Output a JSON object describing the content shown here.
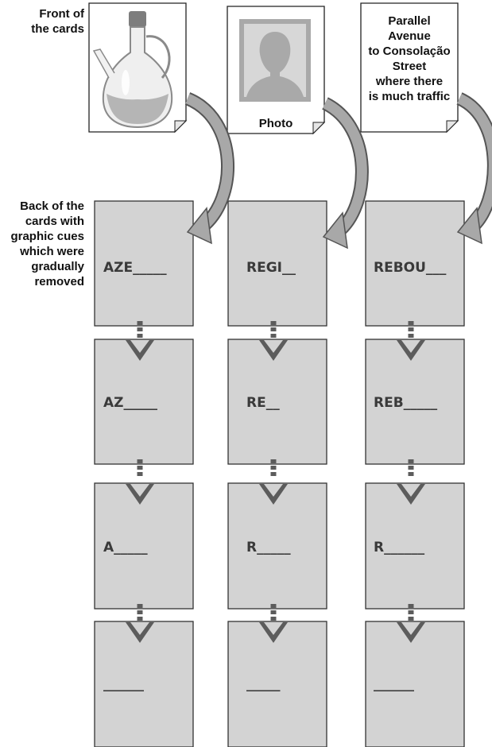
{
  "labels": {
    "front": [
      "Front of",
      "the cards"
    ],
    "back": [
      "Back of the",
      "cards with",
      "graphic cues",
      "which were",
      "gradually",
      "removed"
    ]
  },
  "front_cards": [
    {
      "image": "glass-oil-cruet",
      "caption_lines": []
    },
    {
      "image": "person-silhouette-icon",
      "caption_lines": [
        "Photo"
      ]
    },
    {
      "image": "",
      "caption_lines": [
        "Parallel",
        "Avenue",
        "to Consolação",
        "Street",
        "where there",
        "is much traffic"
      ]
    }
  ],
  "columns": [
    {
      "cues": [
        "AZE_____",
        "AZ_____",
        "A_____",
        "______"
      ]
    },
    {
      "cues": [
        "REGI__",
        "RE__",
        "R_____",
        "_____"
      ]
    },
    {
      "cues": [
        "REBOU___",
        "REB_____",
        "R______",
        "______"
      ]
    }
  ],
  "colors": {
    "card_fill": "#d3d3d3",
    "card_border": "#333333",
    "arrow": "#5c5c5c",
    "cue_text": "#3a3a3a"
  }
}
